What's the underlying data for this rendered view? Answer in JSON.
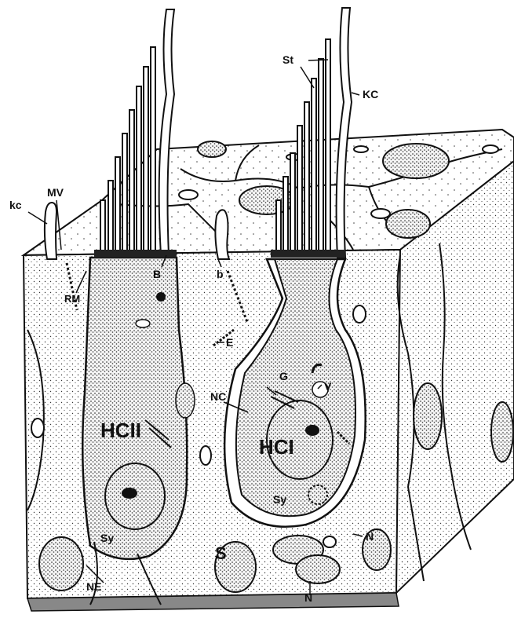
{
  "labels": {
    "st": "St",
    "kc_right": "KC",
    "kc_left": "kc",
    "mv": "MV",
    "rm": "RM",
    "b_upper": "B",
    "b_lower": "b",
    "e": "E",
    "g": "G",
    "v": "V",
    "nc": "NC",
    "hc2": "HCII",
    "hc1": "HCI",
    "sy_left": "Sy",
    "sy_right": "Sy",
    "s": "S",
    "n_right": "N",
    "n_bottom": "N",
    "ne": "NE"
  },
  "colors": {
    "ink": "#111111",
    "paper": "#ffffff",
    "shade": "#e4e4e4",
    "dark": "#222222"
  }
}
